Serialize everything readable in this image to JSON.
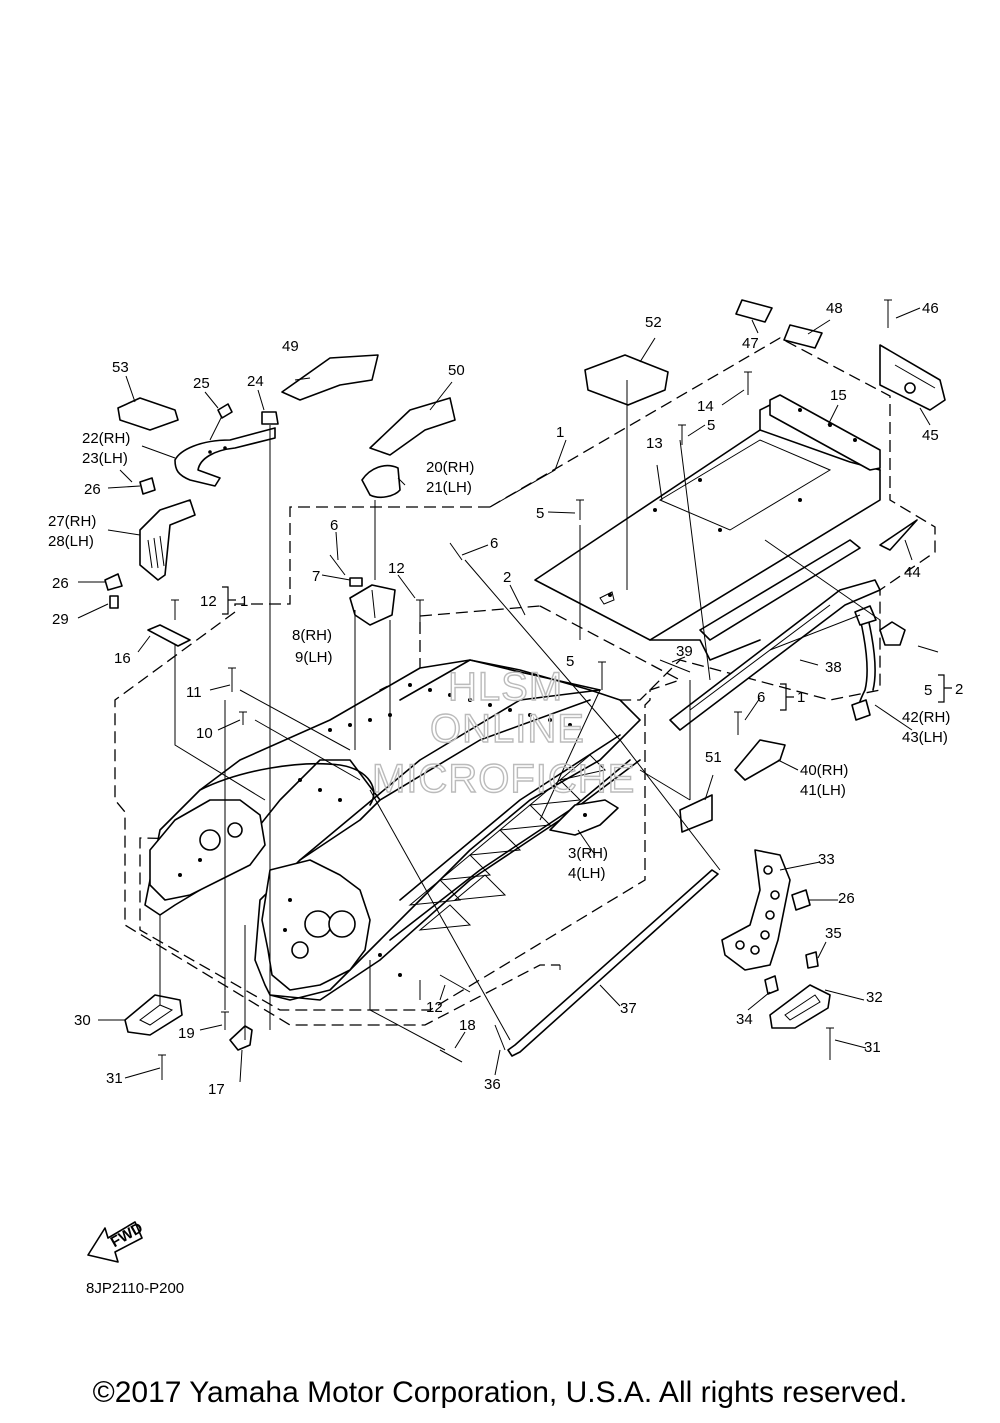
{
  "diagram": {
    "callouts": [
      {
        "id": "c1",
        "text": "1"
      },
      {
        "id": "c2",
        "text": "2"
      },
      {
        "id": "c3",
        "text": "3(RH)"
      },
      {
        "id": "c4",
        "text": "4(LH)"
      },
      {
        "id": "c5a",
        "text": "5"
      },
      {
        "id": "c5b",
        "text": "5"
      },
      {
        "id": "c5c",
        "text": "5"
      },
      {
        "id": "c5d",
        "text": "5"
      },
      {
        "id": "c6a",
        "text": "6"
      },
      {
        "id": "c6b",
        "text": "6"
      },
      {
        "id": "c6c",
        "text": "6"
      },
      {
        "id": "c7",
        "text": "7"
      },
      {
        "id": "c8",
        "text": "8(RH)"
      },
      {
        "id": "c9",
        "text": "9(LH)"
      },
      {
        "id": "c10",
        "text": "10"
      },
      {
        "id": "c11",
        "text": "11"
      },
      {
        "id": "c12a",
        "text": "12"
      },
      {
        "id": "c12b",
        "text": "12"
      },
      {
        "id": "c12c",
        "text": "12"
      },
      {
        "id": "c13",
        "text": "13"
      },
      {
        "id": "c14",
        "text": "14"
      },
      {
        "id": "c15",
        "text": "15"
      },
      {
        "id": "c16",
        "text": "16"
      },
      {
        "id": "c17",
        "text": "17"
      },
      {
        "id": "c18",
        "text": "18"
      },
      {
        "id": "c19",
        "text": "19"
      },
      {
        "id": "c20",
        "text": "20(RH)"
      },
      {
        "id": "c21",
        "text": "21(LH)"
      },
      {
        "id": "c22",
        "text": "22(RH)"
      },
      {
        "id": "c23",
        "text": "23(LH)"
      },
      {
        "id": "c24",
        "text": "24"
      },
      {
        "id": "c25",
        "text": "25"
      },
      {
        "id": "c26a",
        "text": "26"
      },
      {
        "id": "c26b",
        "text": "26"
      },
      {
        "id": "c26c",
        "text": "26"
      },
      {
        "id": "c27",
        "text": "27(RH)"
      },
      {
        "id": "c28",
        "text": "28(LH)"
      },
      {
        "id": "c29",
        "text": "29"
      },
      {
        "id": "c30",
        "text": "30"
      },
      {
        "id": "c31a",
        "text": "31"
      },
      {
        "id": "c31b",
        "text": "31"
      },
      {
        "id": "c32",
        "text": "32"
      },
      {
        "id": "c33",
        "text": "33"
      },
      {
        "id": "c34",
        "text": "34"
      },
      {
        "id": "c35",
        "text": "35"
      },
      {
        "id": "c36",
        "text": "36"
      },
      {
        "id": "c37",
        "text": "37"
      },
      {
        "id": "c38",
        "text": "38"
      },
      {
        "id": "c39",
        "text": "39"
      },
      {
        "id": "c40",
        "text": "40(RH)"
      },
      {
        "id": "c41",
        "text": "41(LH)"
      },
      {
        "id": "c42",
        "text": "42(RH)"
      },
      {
        "id": "c43",
        "text": "43(LH)"
      },
      {
        "id": "c44",
        "text": "44"
      },
      {
        "id": "c45",
        "text": "45"
      },
      {
        "id": "c46",
        "text": "46"
      },
      {
        "id": "c47",
        "text": "47"
      },
      {
        "id": "c48",
        "text": "48"
      },
      {
        "id": "c49",
        "text": "49"
      },
      {
        "id": "c50",
        "text": "50"
      },
      {
        "id": "c51",
        "text": "51"
      },
      {
        "id": "c52",
        "text": "52"
      },
      {
        "id": "c53",
        "text": "53"
      },
      {
        "id": "b1a",
        "text": "1"
      },
      {
        "id": "b1b",
        "text": "1"
      },
      {
        "id": "b2",
        "text": "2"
      }
    ],
    "fwd_label": "FWD",
    "watermark": [
      "HLSM",
      "ONLINE",
      "MICROFICHE"
    ],
    "reference_code": "8JP2110-P200"
  },
  "copyright": "©2017 Yamaha Motor Corporation, U.S.A. All rights reserved."
}
